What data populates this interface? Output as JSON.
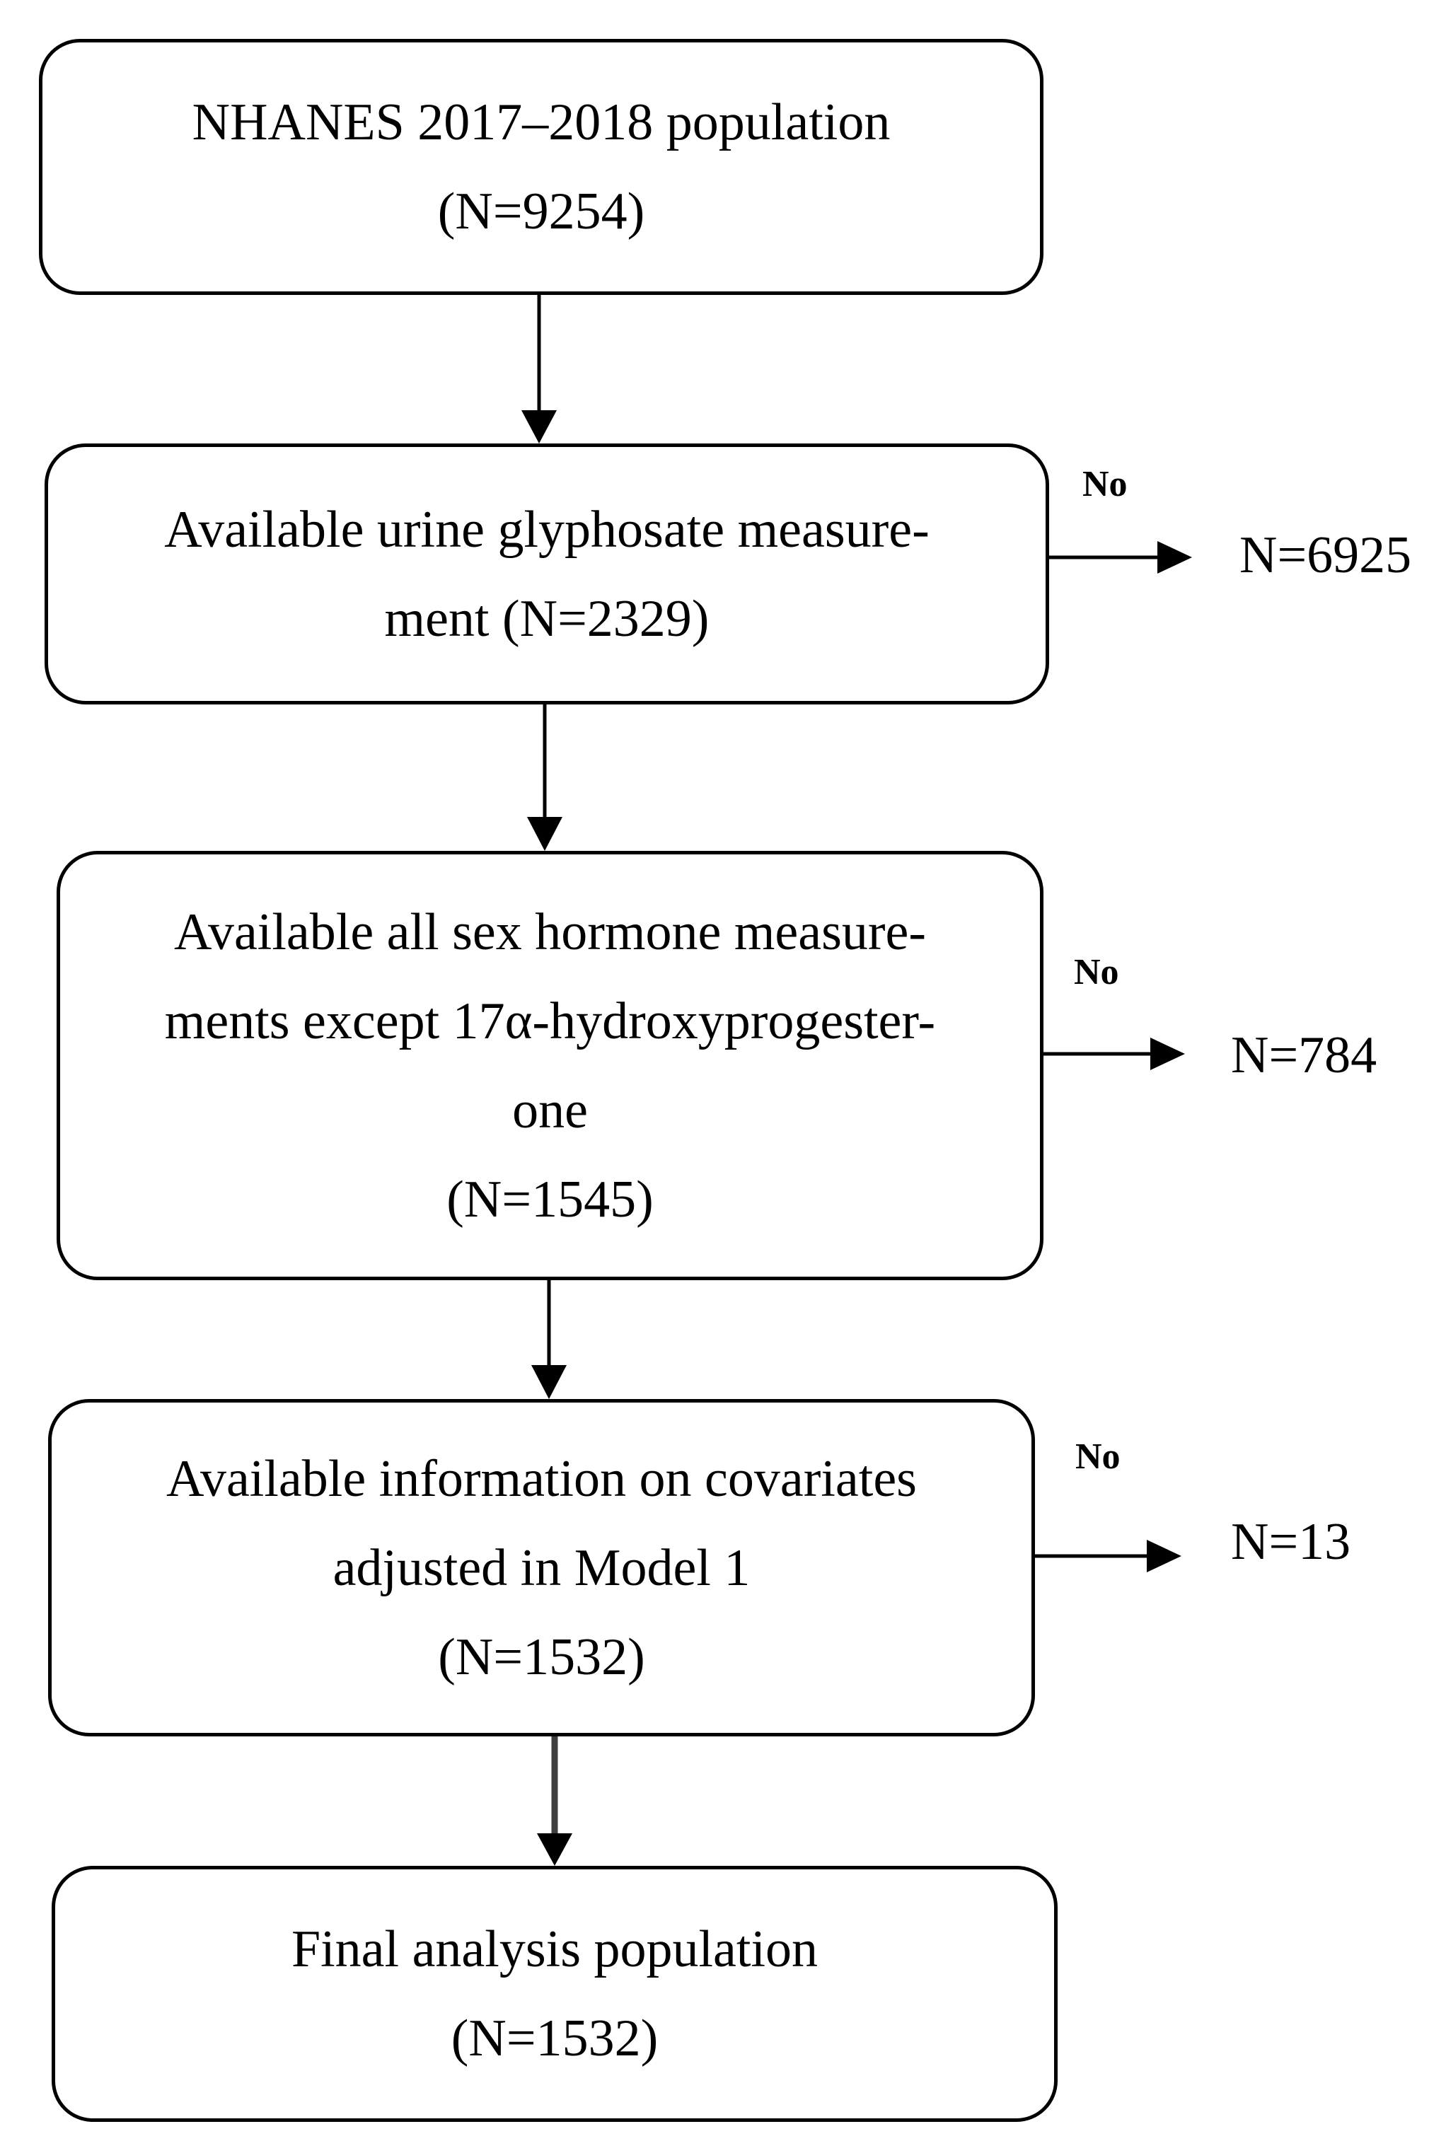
{
  "flowchart": {
    "steps": [
      {
        "lines": [
          "NHANES 2017–2018 population",
          "(N=9254)"
        ]
      },
      {
        "lines": [
          "Available urine glyphosate measure-",
          "ment (N=2329)"
        ],
        "exclusion": {
          "condition": "No",
          "count": "N=6925"
        }
      },
      {
        "lines": [
          "Available all sex hormone measure-",
          "ments except 17α-hydroxyprogester-",
          "one",
          "(N=1545)"
        ],
        "exclusion": {
          "condition": "No",
          "count": "N=784"
        }
      },
      {
        "lines": [
          "Available information on covariates",
          "adjusted in Model 1",
          "(N=1532)"
        ],
        "exclusion": {
          "condition": "No",
          "count": "N=13"
        }
      },
      {
        "lines": [
          "Final analysis population",
          "(N=1532)"
        ]
      }
    ]
  }
}
